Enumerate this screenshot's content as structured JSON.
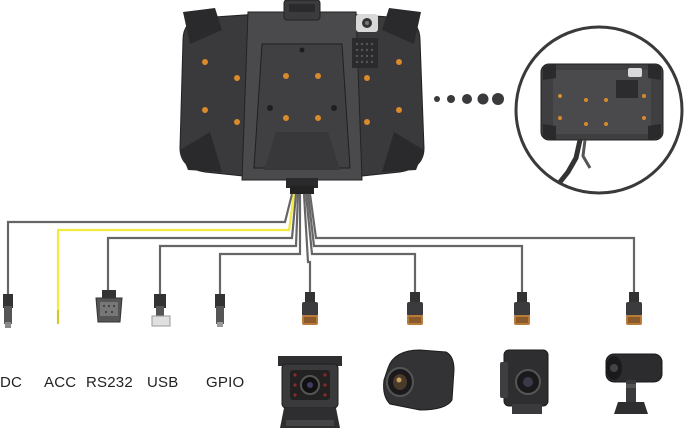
{
  "ports": [
    {
      "label": "DC"
    },
    {
      "label": "ACC"
    },
    {
      "label": "RS232"
    },
    {
      "label": "USB"
    },
    {
      "label": "GPIO"
    }
  ],
  "colors": {
    "body": "#3f3f41",
    "body_dark": "#2c2c2e",
    "accent": "#d98a2c",
    "cable": "#555555",
    "acc_wire": "#f2ea3c",
    "connector_ring": "#b97a3a"
  },
  "icons": [
    "tablet-back",
    "zoom-circle",
    "dots-ellipsis",
    "dc-plug",
    "acc-wire",
    "rs232-connector",
    "usb-plug",
    "gpio-plug",
    "aviation-connector",
    "rear-camera",
    "side-camera",
    "front-camera",
    "dms-camera"
  ]
}
